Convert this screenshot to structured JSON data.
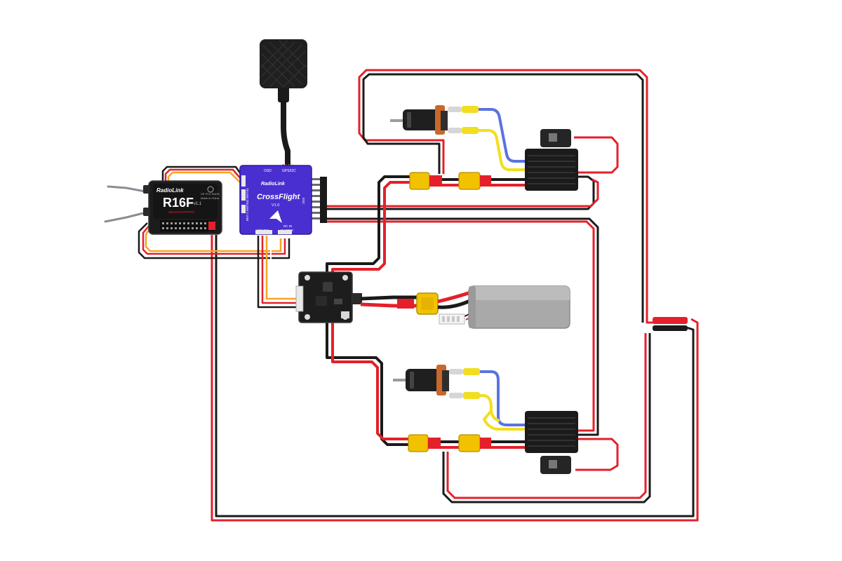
{
  "receiver": {
    "brand": "RadioLink",
    "model": "R16F",
    "version": "v1.1",
    "sub_labels": [
      "SBUS/CRSF/PPM",
      "Made in China",
      "CE FCC RoHS"
    ]
  },
  "flight_controller": {
    "brand": "RadioLink",
    "name": "CrossFlight",
    "version": "V1.0",
    "pin_labels": {
      "osd": "OSD",
      "gps": "GPS/I2C",
      "telem1": "TELEM 1",
      "telem2": "TELEM 2",
      "usb": "USB",
      "power": "POWER",
      "esc": "ESC",
      "rc_in": "RC IN",
      "buzzer": "BUZZER"
    }
  },
  "components": {
    "vtx": "video-transmitter",
    "pdb": "power-distribution-board",
    "battery": "lipo-battery",
    "motors": [
      "motor-top",
      "motor-bottom"
    ],
    "escs": [
      "esc-top",
      "esc-bottom"
    ]
  },
  "colors": {
    "wire_red": "#e4202a",
    "wire_black": "#1a1a1a",
    "wire_blue": "#5a72e0",
    "wire_yellow": "#f2de1e",
    "wire_orange": "#f5a623",
    "fc_purple": "#4a2fd0",
    "xt60_yellow": "#f2c200",
    "battery_gray": "#a9a9a9"
  }
}
